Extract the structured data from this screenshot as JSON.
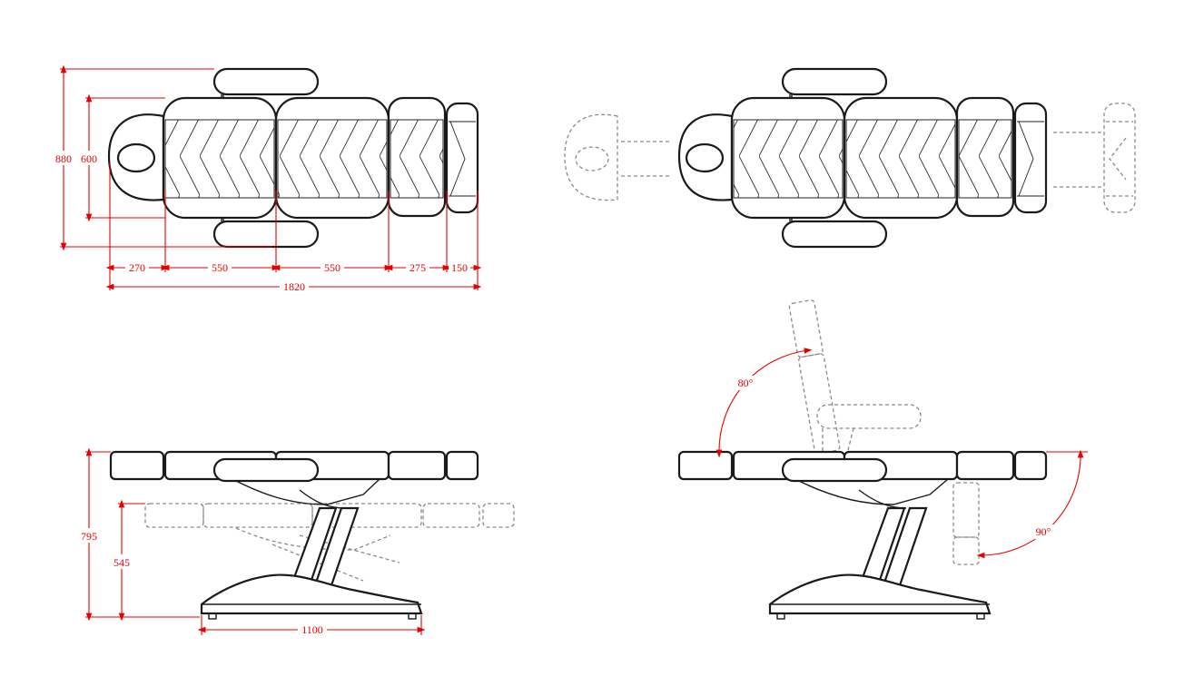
{
  "colors": {
    "dimension": "#e60000",
    "outline": "#1a1a1a",
    "dashed": "#8a8a8a",
    "background": "#ffffff"
  },
  "dimensions": {
    "top_view": {
      "overall_width": "880",
      "seat_width": "600",
      "head_section": "270",
      "back_section": "550",
      "seat_section": "550",
      "leg_section": "275",
      "foot_section": "150",
      "overall_length": "1820"
    },
    "side_view": {
      "max_height": "795",
      "min_height": "545",
      "base_length": "1100"
    },
    "tilt_view": {
      "backrest_angle": "80°",
      "legrest_angle": "90°"
    }
  }
}
